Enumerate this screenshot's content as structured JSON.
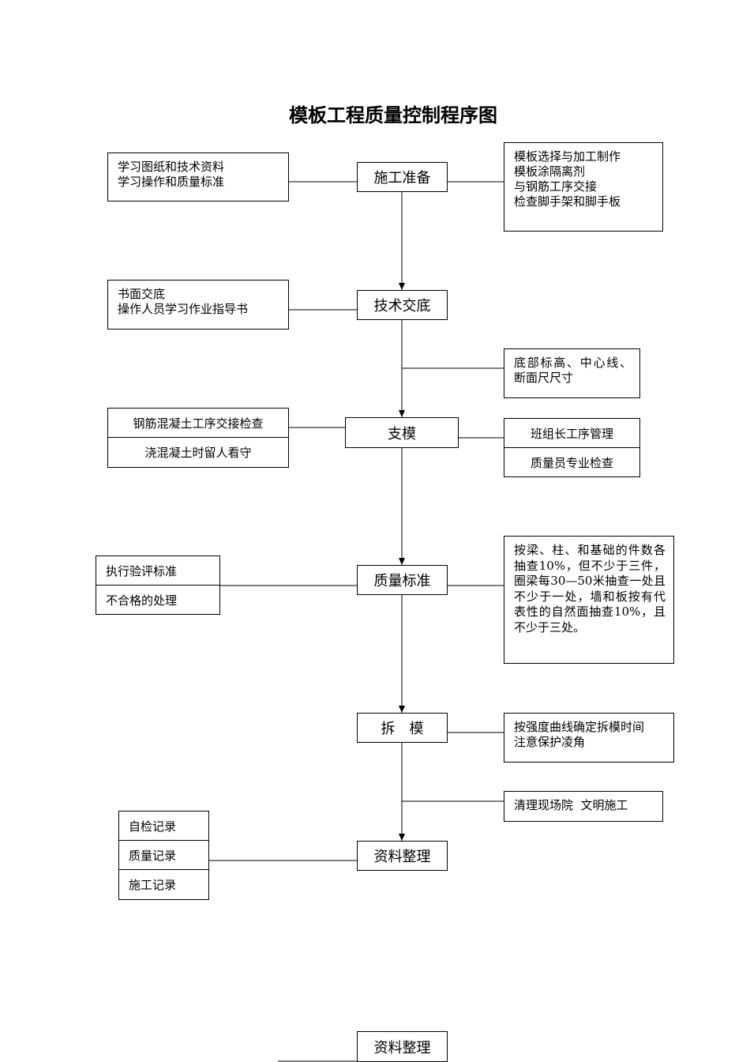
{
  "title": "模板工程质量控制程序图",
  "steps": {
    "prep": "施工准备",
    "tech": "技术交底",
    "form": "支模",
    "quality": "质量标准",
    "strip": "拆　模",
    "records": "资料整理",
    "records_dup": "资料整理"
  },
  "notes": {
    "prep_left": [
      "学习图纸和技术资料",
      "学习操作和质量标准"
    ],
    "prep_right": [
      "模板选择与加工制作",
      "模板涂隔离剂",
      "与钢筋工序交接",
      "检查脚手架和脚手板"
    ],
    "tech_left": [
      "书面交底",
      "操作人员学习作业指导书"
    ],
    "tech_right": "底部标高、中心线、断面尺尺寸",
    "form_left": [
      "钢筋混凝土工序交接检查",
      "浇混凝土时留人看守"
    ],
    "form_right": [
      "班组长工序管理",
      "质量员专业检查"
    ],
    "quality_left": [
      "执行验评标准",
      "不合格的处理"
    ],
    "quality_right": "按梁、柱、和基础的件数各抽查10%，但不少于三件，圈梁每30—50米抽查一处且不少于一处，墙和板按有代表性的自然面抽查10%，且不少于三处。",
    "strip_right": [
      "按强度曲线确定拆模时间",
      "注意保护凌角"
    ],
    "clean_right": "清理现场院  文明施工",
    "records_left": [
      "自检记录",
      "质量记录",
      "施工记录"
    ]
  }
}
